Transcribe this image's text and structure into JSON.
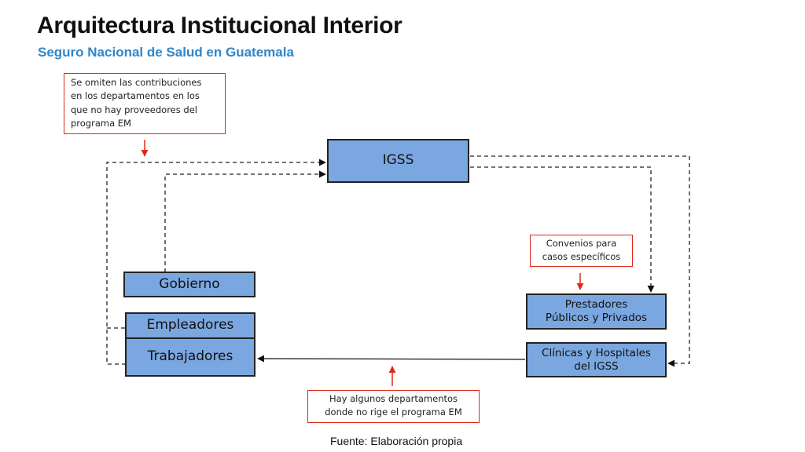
{
  "header": {
    "title": "Arquitectura Institucional Interior",
    "subtitle": "Seguro Nacional de Salud en Guatemala"
  },
  "nodes": {
    "igss": "IGSS",
    "gobierno": "Gobierno",
    "empleadores": "Empleadores",
    "trabajadores": "Trabajadores",
    "prestadores_line1": "Prestadores",
    "prestadores_line2": "Públicos y Privados",
    "clinicas_line1": "Clínicas y Hospitales",
    "clinicas_line2": "del IGSS"
  },
  "notes": {
    "contribuciones": [
      "Se omiten las contribuciones",
      "en los departamentos en los",
      "que no hay proveedores del",
      "programa EM"
    ],
    "convenios": [
      "Convenios para",
      "casos específicos"
    ],
    "departamentos": [
      "Hay algunos departamentos",
      "donde no rige el programa EM"
    ]
  },
  "footer": {
    "source": "Fuente: Elaboración propia"
  },
  "colors": {
    "box_fill": "#7aa7e0",
    "note_border": "#e0281c",
    "subtitle": "#2f86c9"
  }
}
